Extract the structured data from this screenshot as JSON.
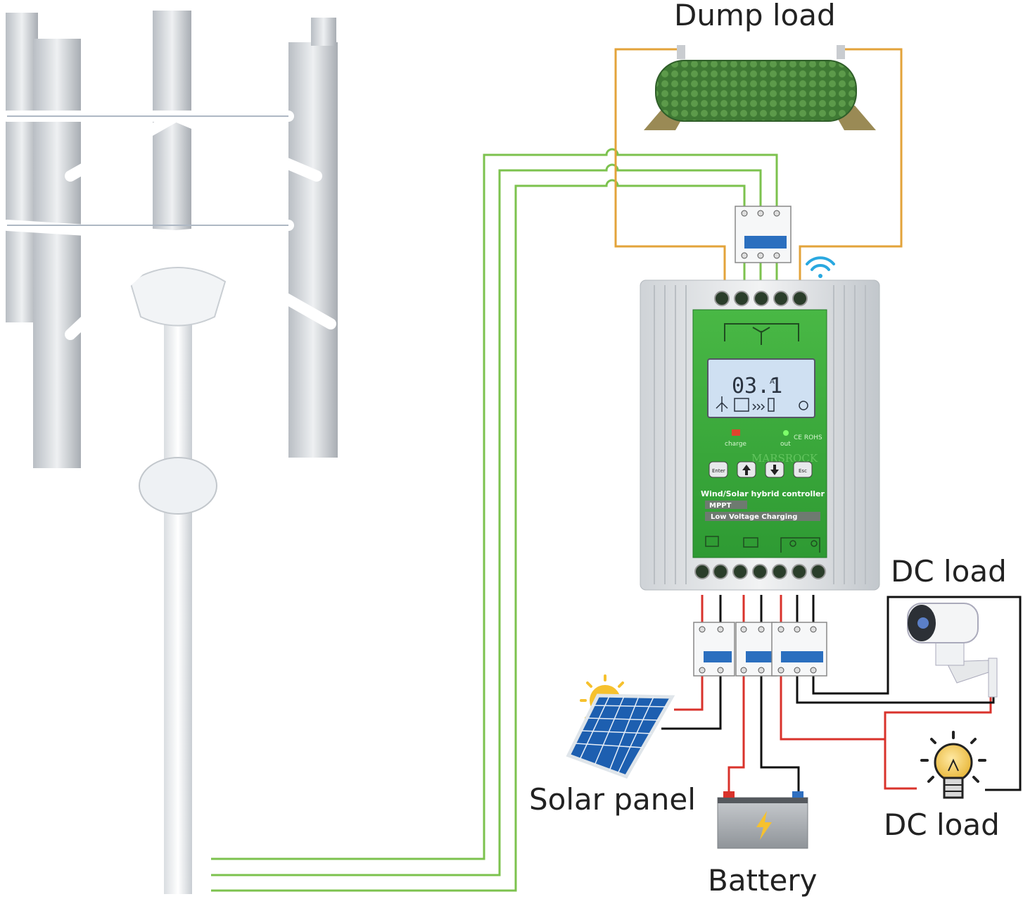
{
  "labels": {
    "dump_load": "Dump load",
    "dc_load_camera": "DC load",
    "solar_panel": "Solar panel",
    "battery": "Battery",
    "dc_load_bulb": "DC load"
  },
  "controller": {
    "lcd_value": "03.1",
    "lcd_unit": "A",
    "led_charge": "charge",
    "led_out": "out",
    "cert": "CE ROHS",
    "brand": "MARSROCK",
    "btn_enter": "Enter",
    "btn_esc": "Esc",
    "title": "Wind/Solar hybrid controller",
    "line_mppt": "MPPT",
    "line_low_voltage": "Low Voltage Charging"
  },
  "colors": {
    "wind_wire": "#7cc24e",
    "dump_wire": "#e3a33a",
    "positive_wire": "#d9322b",
    "negative_wire": "#111111",
    "controller_panel": "#3aa93a",
    "lcd": "#cfe0f2"
  }
}
